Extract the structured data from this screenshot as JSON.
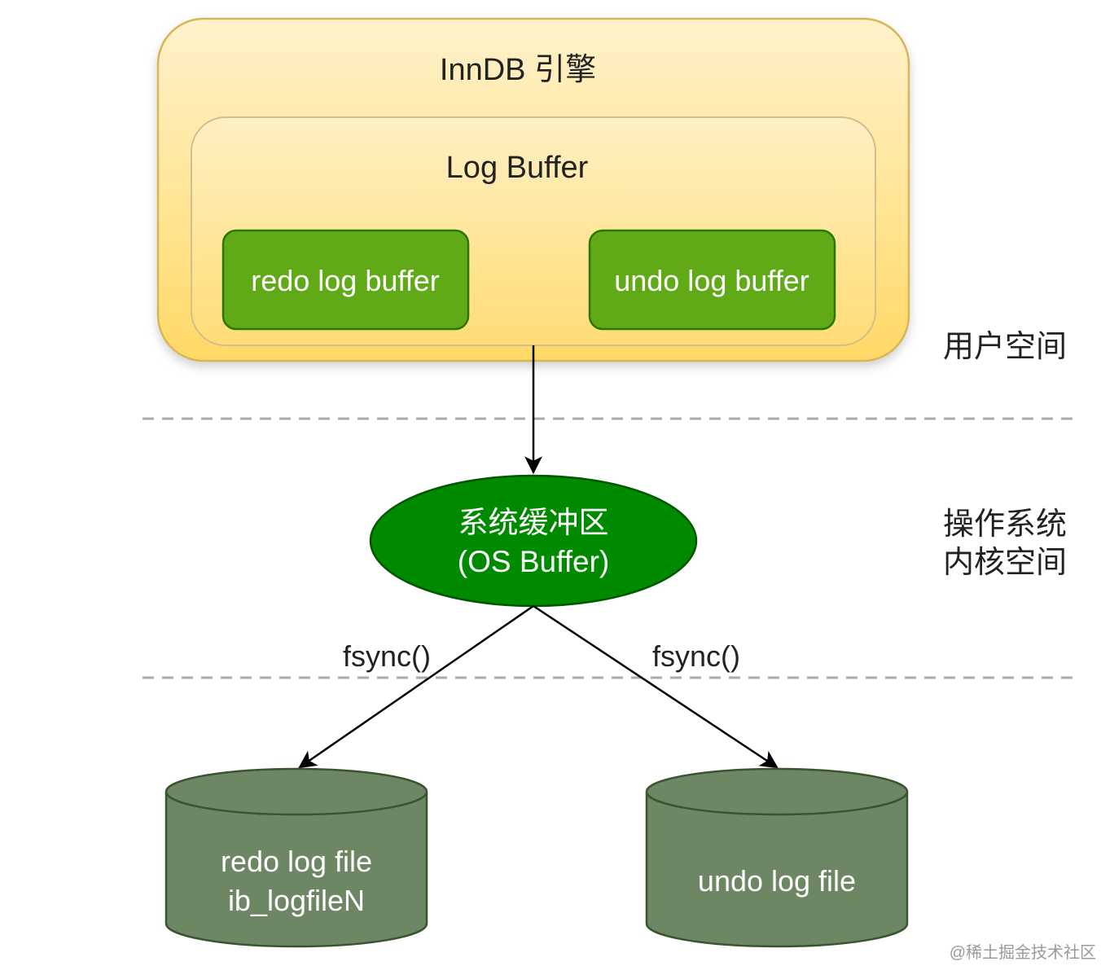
{
  "engine": {
    "title": "InnDB 引擎"
  },
  "log_buffer": {
    "title": "Log Buffer",
    "redo_label": "redo log buffer",
    "undo_label": "undo log buffer"
  },
  "zones": {
    "user_space": "用户空间",
    "kernel_space_line1": "操作系统",
    "kernel_space_line2": "内核空间"
  },
  "os_buffer": {
    "line1": "系统缓冲区",
    "line2": "(OS Buffer)"
  },
  "edges": {
    "left_label": "fsync()",
    "right_label": "fsync()"
  },
  "redo_file": {
    "line1": "redo log file",
    "line2": "ib_logfileN"
  },
  "undo_file": {
    "line1": "undo log file"
  },
  "watermark": "@稀土掘金技术社区",
  "colors": {
    "engine_fill_top": "#FFF2CC",
    "engine_fill_bottom": "#FFD966",
    "engine_stroke": "#D6B656",
    "buffer_fill": "#60A917",
    "buffer_stroke": "#2D7600",
    "os_buffer_fill": "#008A00",
    "os_buffer_stroke": "#005700",
    "file_fill": "#6D8764",
    "file_stroke": "#3A5431",
    "separator": "#AAAAAA",
    "arrow": "#000000"
  }
}
